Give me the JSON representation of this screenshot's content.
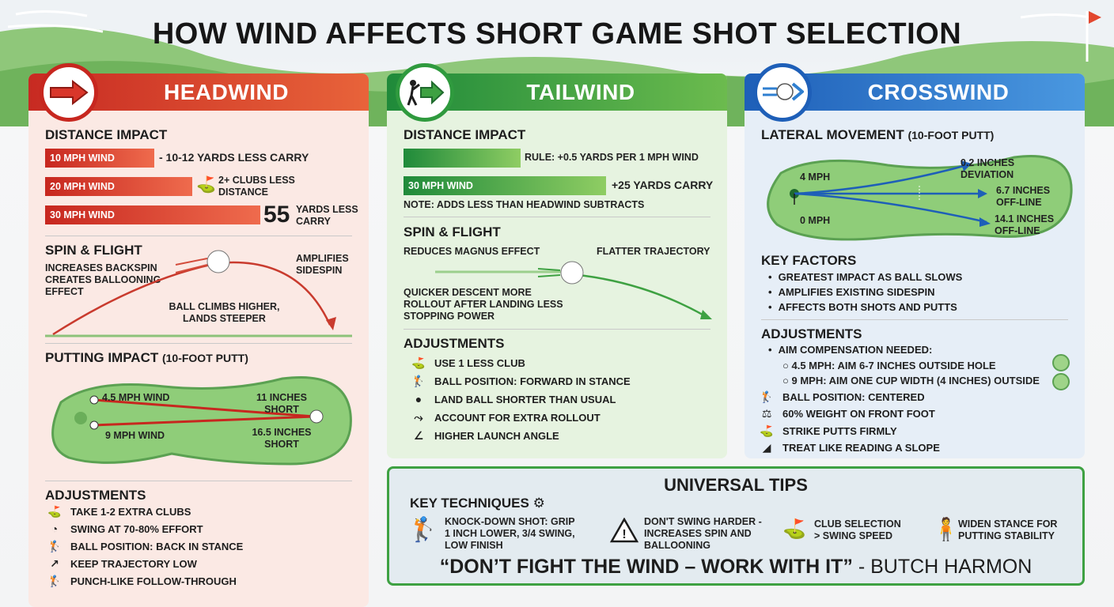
{
  "title": "HOW WIND AFFECTS SHORT GAME SHOT SELECTION",
  "colors": {
    "headwind": "#d9362a",
    "tailwind": "#3ea142",
    "crosswind": "#2f7fd0",
    "green": "#7ec06a"
  },
  "headwind": {
    "title": "HEADWIND",
    "distance": {
      "title": "DISTANCE IMPACT",
      "bars": [
        {
          "label": "10 MPH WIND",
          "note": "- 10-12 YARDS LESS CARRY"
        },
        {
          "label": "20 MPH WIND",
          "note": "2+ CLUBS LESS DISTANCE"
        },
        {
          "label": "30 MPH WIND",
          "big": "55",
          "note": "YARDS LESS CARRY"
        }
      ]
    },
    "spin": {
      "title": "SPIN & FLIGHT",
      "left": "INCREASES BACKSPIN CREATES BALLOONING EFFECT",
      "right": "AMPLIFIES SIDESPIN",
      "center": "BALL CLIMBS HIGHER, LANDS STEEPER"
    },
    "putting": {
      "title": "PUTTING IMPACT",
      "subtitle": "(10-FOOT PUTT)",
      "line1": "4.5 MPH WIND",
      "line2": "9 MPH WIND",
      "short1": "11 INCHES SHORT",
      "short2": "16.5 INCHES SHORT"
    },
    "adjustments": {
      "title": "ADJUSTMENTS",
      "items": [
        {
          "icon": "clubs-icon",
          "text": "TAKE 1-2 EXTRA CLUBS"
        },
        {
          "icon": "gauge-icon",
          "text": "SWING AT 70-80% EFFORT"
        },
        {
          "icon": "golfer-icon",
          "text": "BALL POSITION: BACK IN STANCE"
        },
        {
          "icon": "trajectory-icon",
          "text": "KEEP TRAJECTORY LOW"
        },
        {
          "icon": "swing-icon",
          "text": "PUNCH-LIKE FOLLOW-THROUGH"
        }
      ]
    }
  },
  "tailwind": {
    "title": "TAILWIND",
    "distance": {
      "title": "DISTANCE IMPACT",
      "rule": "RULE: +0.5 YARDS PER 1 MPH WIND",
      "bar_label": "30 MPH WIND",
      "bar_note": "+25 YARDS CARRY",
      "note": "NOTE: ADDS LESS THAN HEADWIND SUBTRACTS"
    },
    "spin": {
      "title": "SPIN & FLIGHT",
      "left": "REDUCES MAGNUS EFFECT",
      "right": "FLATTER TRAJECTORY",
      "bottom": "QUICKER DESCENT MORE ROLLOUT AFTER LANDING LESS STOPPING POWER"
    },
    "adjustments": {
      "title": "ADJUSTMENTS",
      "items": [
        {
          "icon": "club-icon",
          "text": "USE 1 LESS CLUB"
        },
        {
          "icon": "golfer-icon",
          "text": "BALL POSITION: FORWARD IN STANCE"
        },
        {
          "icon": "ball-icon",
          "text": "LAND BALL SHORTER THAN USUAL"
        },
        {
          "icon": "rollout-icon",
          "text": "ACCOUNT FOR EXTRA ROLLOUT"
        },
        {
          "icon": "launch-angle-icon",
          "text": "HIGHER LAUNCH ANGLE"
        }
      ]
    }
  },
  "crosswind": {
    "title": "CROSSWIND",
    "lateral": {
      "title": "LATERAL MOVEMENT",
      "subtitle": "(10-FOOT PUTT)",
      "speed_top": "4 MPH",
      "speed_bottom": "0 MPH",
      "dev1": "0.2 INCHES DEVIATION",
      "dev2": "6.7 INCHES OFF-LINE",
      "dev3": "14.1 INCHES OFF-LINE"
    },
    "factors": {
      "title": "KEY FACTORS",
      "items": [
        "GREATEST IMPACT AS BALL SLOWS",
        "AMPLIFIES EXISTING SIDESPIN",
        "AFFECTS BOTH SHOTS AND PUTTS"
      ]
    },
    "adjustments": {
      "title": "ADJUSTMENTS",
      "aim": "AIM COMPENSATION NEEDED:",
      "aim_items": [
        "4.5 MPH: AIM 6-7 INCHES OUTSIDE HOLE",
        "9 MPH: AIM ONE CUP WIDTH (4 INCHES) OUTSIDE"
      ],
      "items": [
        {
          "icon": "golfer-icon",
          "text": "BALL POSITION: CENTERED"
        },
        {
          "icon": "scale-icon",
          "text": "60% WEIGHT ON FRONT FOOT"
        },
        {
          "icon": "putter-icon",
          "text": "STRIKE PUTTS FIRMLY"
        },
        {
          "icon": "slope-icon",
          "text": "TREAT LIKE READING A SLOPE"
        }
      ]
    }
  },
  "universal": {
    "title": "UNIVERSAL TIPS",
    "key_title": "KEY TECHNIQUES",
    "tips": [
      {
        "icon": "golfer-icon",
        "text": "KNOCK-DOWN SHOT: GRIP 1 INCH LOWER, 3/4 SWING, LOW FINISH"
      },
      {
        "icon": "warning-icon",
        "text": "DON'T SWING HARDER - INCREASES SPIN AND BALLOONING"
      },
      {
        "icon": "club-selection-icon",
        "text": "CLUB SELECTION > SWING SPEED"
      },
      {
        "icon": "stance-icon",
        "text": "WIDEN STANCE FOR PUTTING STABILITY"
      }
    ],
    "quote": "“DON’T FIGHT THE WIND – WORK WITH IT”",
    "author": "- BUTCH HARMON"
  }
}
